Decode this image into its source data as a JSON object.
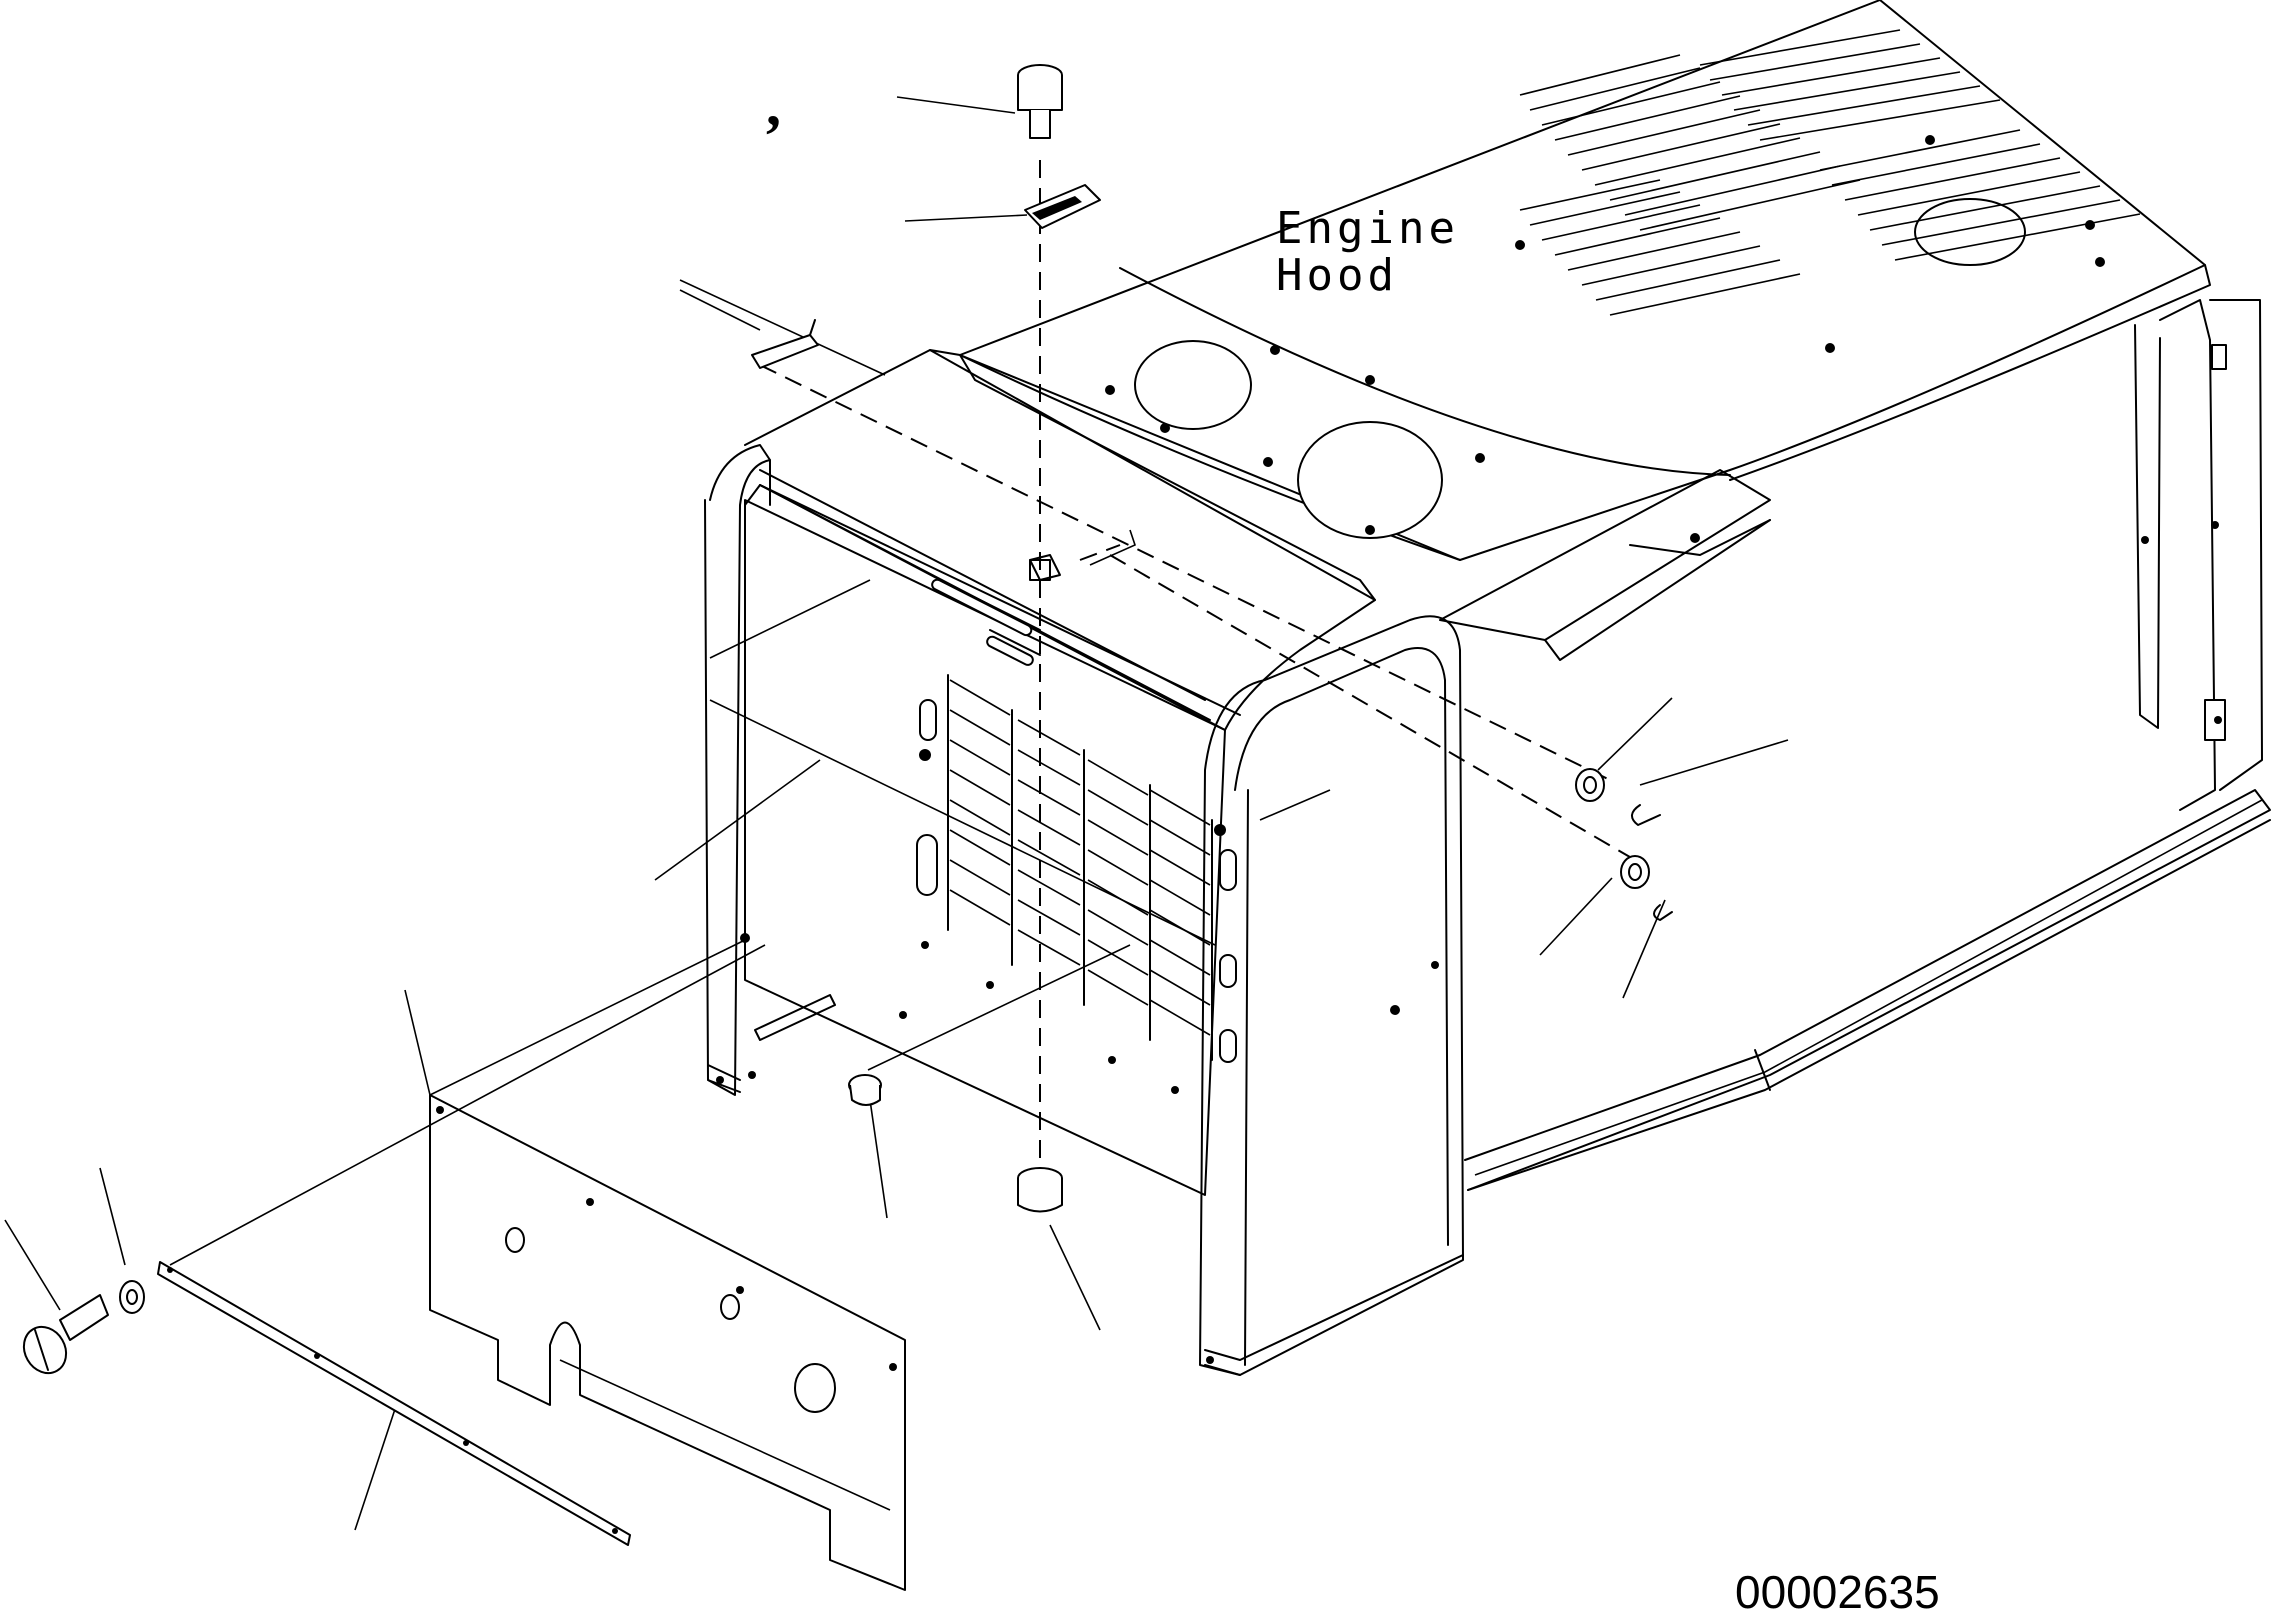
{
  "diagram": {
    "labels": {
      "hood_line1": "Engine",
      "hood_line2": "Hood",
      "drawing_number": "00002635",
      "stray_mark": ","
    }
  }
}
